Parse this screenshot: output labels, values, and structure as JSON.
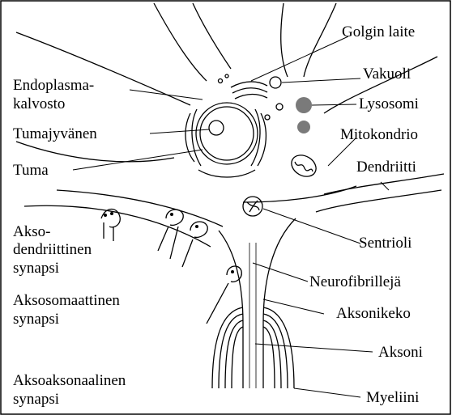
{
  "labels": {
    "golgi": "Golgin laite",
    "vakuoli": "Vakuoli",
    "endoplasma_1": "Endoplasma-",
    "endoplasma_2": "kalvosto",
    "lysosomi": "Lysosomi",
    "tumajyvanen": "Tumajyvänen",
    "mitokondrio": "Mitokondrio",
    "tuma": "Tuma",
    "dendriitti": "Dendriitti",
    "akso_1": "Akso-",
    "akso_2": "dendriittinen",
    "akso_3": "synapsi",
    "sentrioli": "Sentrioli",
    "neurofibrillej": "Neurofibrillejä",
    "aksosomaattinen_1": "Aksosomaattinen",
    "aksosomaattinen_2": "synapsi",
    "aksonikeko": "Aksonikeko",
    "aksoni": "Aksoni",
    "aksoaksonaalinen_1": "Aksoaksonaalinen",
    "aksoaksonaalinen_2": "synapsi",
    "myeliini": "Myeliini"
  },
  "colors": {
    "line": "#000000",
    "organelle_fill": "#7a7a7a",
    "background": "#ffffff"
  }
}
